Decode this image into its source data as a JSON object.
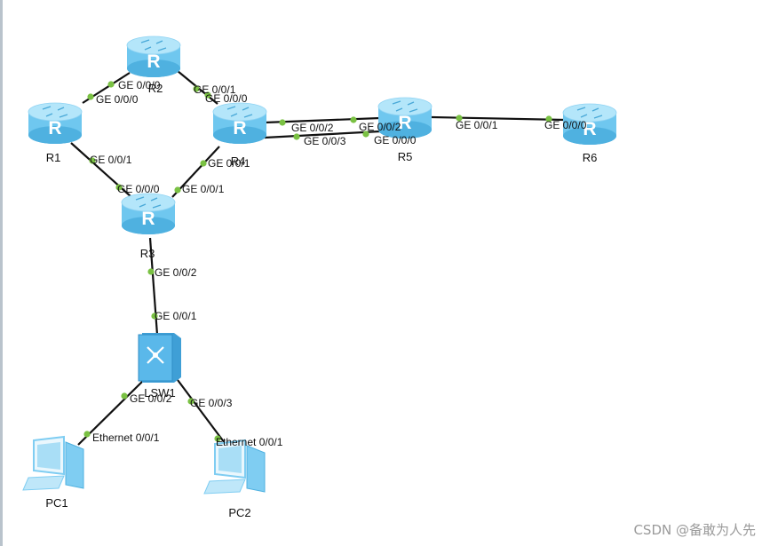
{
  "devices": [
    {
      "id": "R1",
      "type": "router",
      "label": "R1"
    },
    {
      "id": "R2",
      "type": "router",
      "label": "R2"
    },
    {
      "id": "R3",
      "type": "router",
      "label": "R3"
    },
    {
      "id": "R4",
      "type": "router",
      "label": "R4"
    },
    {
      "id": "R5",
      "type": "router",
      "label": "R5"
    },
    {
      "id": "R6",
      "type": "router",
      "label": "R6"
    },
    {
      "id": "LSW1",
      "type": "switch",
      "label": "LSW1"
    },
    {
      "id": "PC1",
      "type": "pc",
      "label": "PC1"
    },
    {
      "id": "PC2",
      "type": "pc",
      "label": "PC2"
    }
  ],
  "links": [
    {
      "from": "R1",
      "from_port": "GE 0/0/0",
      "to": "R2",
      "to_port": "GE 0/0/0"
    },
    {
      "from": "R2",
      "from_port": "GE 0/0/1",
      "to": "R4",
      "to_port": "GE 0/0/0"
    },
    {
      "from": "R1",
      "from_port": "GE 0/0/1",
      "to": "R3",
      "to_port": "GE 0/0/0"
    },
    {
      "from": "R3",
      "from_port": "GE 0/0/1",
      "to": "R4",
      "to_port": "GE 0/0/1"
    },
    {
      "from": "R4",
      "from_port": "GE 0/0/2",
      "to": "R5",
      "to_port": "GE 0/0/2"
    },
    {
      "from": "R4",
      "from_port": "GE 0/0/3",
      "to": "R5",
      "to_port": "GE 0/0/0"
    },
    {
      "from": "R5",
      "from_port": "GE 0/0/1",
      "to": "R6",
      "to_port": "GE 0/0/0"
    },
    {
      "from": "R3",
      "from_port": "GE 0/0/2",
      "to": "LSW1",
      "to_port": "GE 0/0/1"
    },
    {
      "from": "LSW1",
      "from_port": "GE 0/0/2",
      "to": "PC1",
      "to_port": "Ethernet 0/0/1"
    },
    {
      "from": "LSW1",
      "from_port": "GE 0/0/3",
      "to": "PC2",
      "to_port": "Ethernet 0/0/1"
    }
  ],
  "colors": {
    "router_body": "#6fc7ef",
    "router_top": "#b4e6fa",
    "router_side": "#4fb1e0",
    "link": "#111111",
    "port_dot": "#7ac143",
    "switch_body": "#5ab8ea",
    "pc_body": "#7fcdf2"
  },
  "watermark": "CSDN @备敢为人先"
}
